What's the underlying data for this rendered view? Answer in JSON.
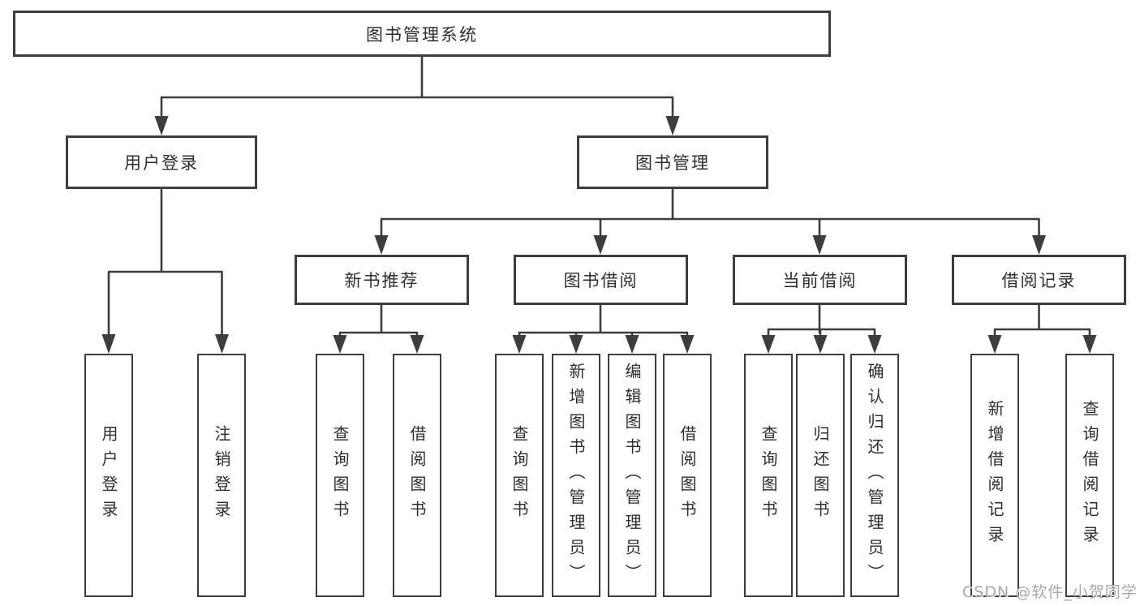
{
  "nodes": {
    "root": "图书管理系统",
    "branches": [
      {
        "label": "用户登录",
        "leaves": [
          "用户登录",
          "注销登录"
        ]
      },
      {
        "label": "图书管理",
        "groups": [
          {
            "label": "新书推荐",
            "leaves": [
              "查询图书",
              "借阅图书"
            ]
          },
          {
            "label": "图书借阅",
            "leaves": [
              "查询图书",
              "新增图书（管理员）",
              "编辑图书（管理员）",
              "借阅图书"
            ]
          },
          {
            "label": "当前借阅",
            "leaves": [
              "查询图书",
              "归还图书",
              "确认归还（管理员）"
            ]
          },
          {
            "label": "借阅记录",
            "leaves": [
              "新增借阅记录",
              "查询借阅记录"
            ]
          }
        ]
      }
    ]
  },
  "watermark": "CSDN @软件_小贺同学",
  "colors": {
    "line": "#3d3d3d",
    "text": "#2e2e2e",
    "watermark": "#a8a8a8",
    "background": "#ffffff"
  }
}
